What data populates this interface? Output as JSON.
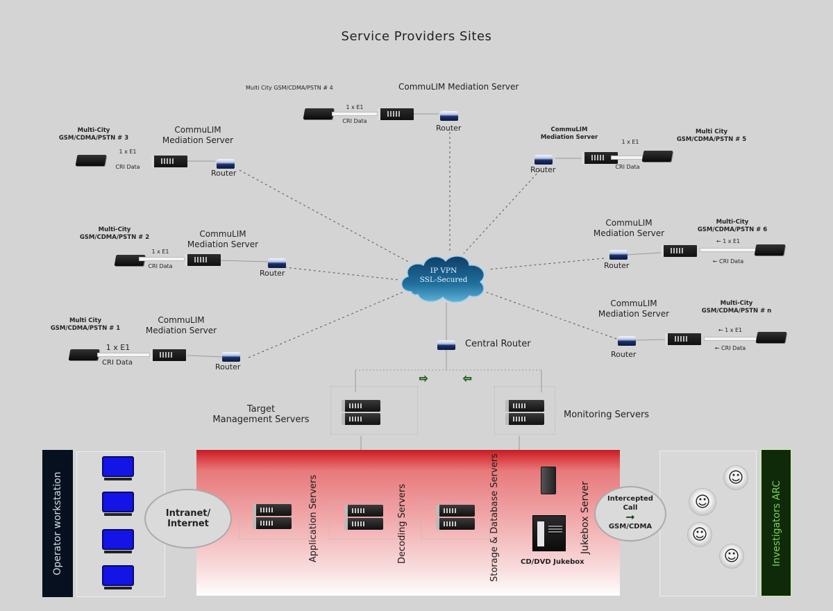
{
  "title": "Service Providers Sites",
  "cloud": {
    "line1": "IP VPN",
    "line2": "SSL-Secured"
  },
  "central_router": {
    "label": "Central Router"
  },
  "sites": [
    {
      "id": 4,
      "provider": "Multi City GSM/CDMA/PSTN # 4",
      "server": "CommuLIM Mediation Server",
      "link": "1 x E1",
      "data": "CRI Data",
      "router": "Router"
    },
    {
      "id": 3,
      "provider_line1": "Multi-City",
      "provider_line2": "GSM/CDMA/PSTN # 3",
      "server_line1": "CommuLIM",
      "server_line2": "Mediation Server",
      "link": "1 x E1",
      "data": "CRI Data",
      "router": "Router"
    },
    {
      "id": 5,
      "provider_line1": "Multi City",
      "provider_line2": "GSM/CDMA/PSTN # 5",
      "server_line1": "CommuLIM",
      "server_line2": "Mediation Server",
      "link": "1 x E1",
      "data": "CRI Data",
      "router": "Router"
    },
    {
      "id": 2,
      "provider_line1": "Multi-City",
      "provider_line2": "GSM/CDMA/PSTN # 2",
      "server_line1": "CommuLIM",
      "server_line2": "Mediation Server",
      "link": "1 x E1",
      "data": "CRI Data",
      "router": "Router"
    },
    {
      "id": 6,
      "provider_line1": "Multi-City",
      "provider_line2": "GSM/CDMA/PSTN # 6",
      "server_line1": "CommuLIM",
      "server_line2": "Mediation Server",
      "link": "1 x E1",
      "data": "CRI Data",
      "router": "Router"
    },
    {
      "id": 1,
      "provider_line1": "Multi City",
      "provider_line2": "GSM/CDMA/PSTN # 1",
      "server_line1": "CommuLIM",
      "server_line2": "Mediation Server",
      "link": "1 x E1",
      "data": "CRI Data",
      "router": "Router"
    },
    {
      "id": "n",
      "provider_line1": "Multi-City",
      "provider_line2": "GSM/CDMA/PSTN # n",
      "server_line1": "CommuLIM",
      "server_line2": "Mediation Server",
      "link": "1 x E1",
      "data": "CRI Data",
      "router": "Router"
    }
  ],
  "servers": {
    "target_management": {
      "line1": "Target",
      "line2": "Management Servers"
    },
    "monitoring": "Monitoring Servers"
  },
  "bottom": {
    "operator_workstation": "Operator workstation",
    "intranet": {
      "line1": "Intranet/",
      "line2": "Internet"
    },
    "application_servers": "Application Servers",
    "decoding_servers": "Decoding Servers",
    "storage_servers": "Storage & Database  Servers",
    "jukebox_server": "Jukebox Server",
    "cd_dvd_jukebox": "CD/DVD Jukebox",
    "intercepted": {
      "line1": "Intercepted",
      "line2": "Call",
      "line3": "GSM/CDMA"
    },
    "investigators": "Investigators ARC"
  },
  "colors": {
    "background": "#d4d4d4",
    "cloud": "#1f6e9c",
    "router_blue": "#0b1a44",
    "monitor_blue": "#1414e6",
    "red_band": "#c01e24",
    "operator_bar": "#07101e",
    "investigator_bar": "#0e2a08",
    "investigator_text": "#7fd15a",
    "arrow_green": "#c7f5b3"
  },
  "icons": {
    "router": "router-icon",
    "mediation_server": "server-rack-icon",
    "switch": "telecom-switch-icon",
    "cloud": "cloud-icon",
    "monitor": "monitor-icon",
    "investigator": "person-portrait-icon",
    "jukebox": "cd-jukebox-icon",
    "arrow_right": "arrow-right-icon",
    "arrow_left": "arrow-left-icon"
  }
}
